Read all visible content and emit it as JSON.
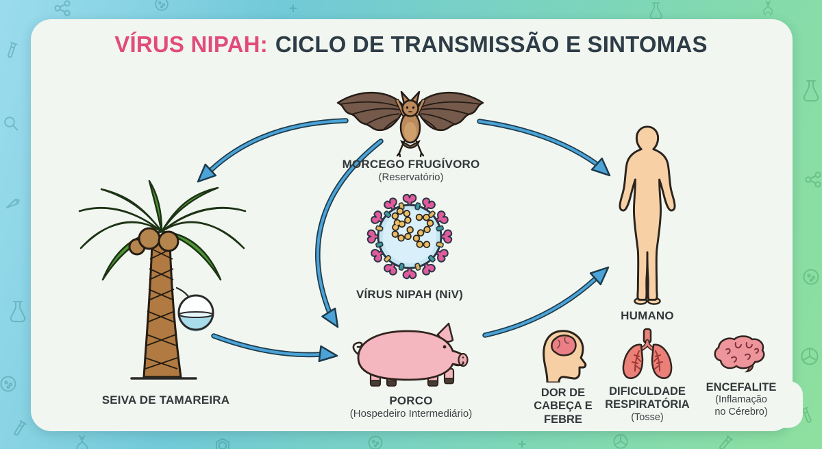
{
  "title": {
    "highlight": "VÍRUS NIPAH:",
    "rest": "CICLO DE TRANSMISSÃO E SINTOMAS"
  },
  "cycle": {
    "bat": {
      "label": "MORCEGO FRUGÍVORO",
      "sublabel": "(Reservatório)"
    },
    "virus": {
      "label": "VÍRUS NIPAH (NiV)"
    },
    "palm": {
      "label": "SEIVA DE TAMAREIRA"
    },
    "pig": {
      "label": "PORCO",
      "sublabel": "(Hospedeiro Intermediário)"
    },
    "human": {
      "label": "HUMANO"
    }
  },
  "symptoms": [
    {
      "icon": "head-pain-icon",
      "title": "DOR DE\nCABEÇA E\nFEBRE",
      "subtitle": ""
    },
    {
      "icon": "lungs-icon",
      "title": "DIFICULDADE\nRESPIRATÓRIA",
      "subtitle": "(Tosse)"
    },
    {
      "icon": "brain-icon",
      "title": "ENCEFALITE",
      "subtitle": "(Inflamação\nno Cérebro)"
    }
  ],
  "edges": [
    {
      "from": "morcego-frugivoro",
      "to": "seiva-de-tamareira"
    },
    {
      "from": "morcego-frugivoro",
      "to": "porco"
    },
    {
      "from": "morcego-frugivoro",
      "to": "humano"
    },
    {
      "from": "seiva-de-tamareira",
      "to": "porco"
    },
    {
      "from": "porco",
      "to": "humano"
    },
    {
      "from": "tronco-da-tamareira",
      "to": "pote-de-seiva"
    }
  ],
  "colors": {
    "accent_pink": "#e14b7d",
    "heading_dark": "#2d3c46",
    "label_dark": "#33383b",
    "arrow_blue": "#4ba3d8",
    "arrow_outline": "#1d3b4a",
    "card_bg": "#f2f6f0",
    "bg_left": "#8fd6ea",
    "bg_right": "#8fe0a0"
  }
}
